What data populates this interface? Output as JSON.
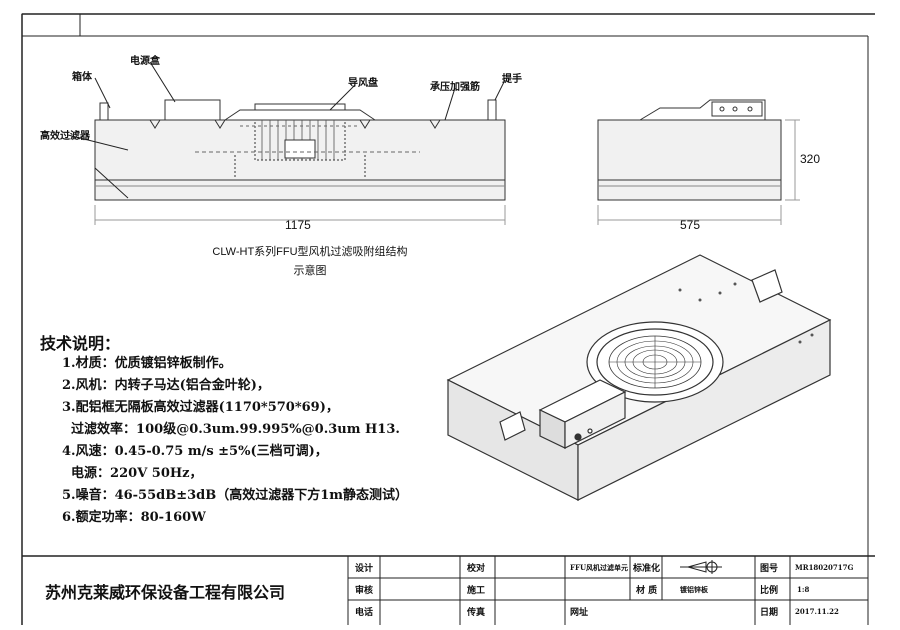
{
  "front_view": {
    "labels": {
      "cabinet": "箱体",
      "power_box": "电源盒",
      "wind_guide": "导风盘",
      "pressure_plate": "承压加强筋",
      "handle": "提手",
      "hepa": "高效过滤器"
    },
    "width_dim": "1175"
  },
  "side_view": {
    "height_dim": "320",
    "width_dim": "575"
  },
  "caption": {
    "line1": "CLW-HT系列FFU型风机过滤吸附组结构",
    "line2": "示意图"
  },
  "specs": {
    "title": "技术说明：",
    "lines": [
      "1.材质：优质镀铝锌板制作。",
      "2.风机：内转子马达(铝合金叶轮)，",
      "3.配铝框无隔板高效过滤器(1170*570*69)，",
      "  过滤效率：100级@0.3um.99.995%@0.3um H13.",
      "4.风速：0.45-0.75 m/s ±5%(三档可调)，",
      "  电源：220V 50Hz，",
      "5.噪音：46-55dB±3dB（高效过滤器下方1m静态测试）",
      "6.额定功率：80-160W"
    ]
  },
  "title_block": {
    "company": "苏州克莱威环保设备工程有限公司",
    "design_label": "设计",
    "review_label": "审核",
    "phone_label": "电话",
    "proofread_label": "校对",
    "construction_label": "施工",
    "fax_label": "传真",
    "product_name": "FFU风机过滤单元",
    "standardization_label": "标准化",
    "material_label": "材 质",
    "material_value": "镀铝锌板",
    "website_label": "网址",
    "drawing_no_label": "图号",
    "drawing_no": "MR18020717G",
    "scale_label": "比例",
    "scale": "1:8",
    "date_label": "日期",
    "date": "2017.11.22"
  }
}
